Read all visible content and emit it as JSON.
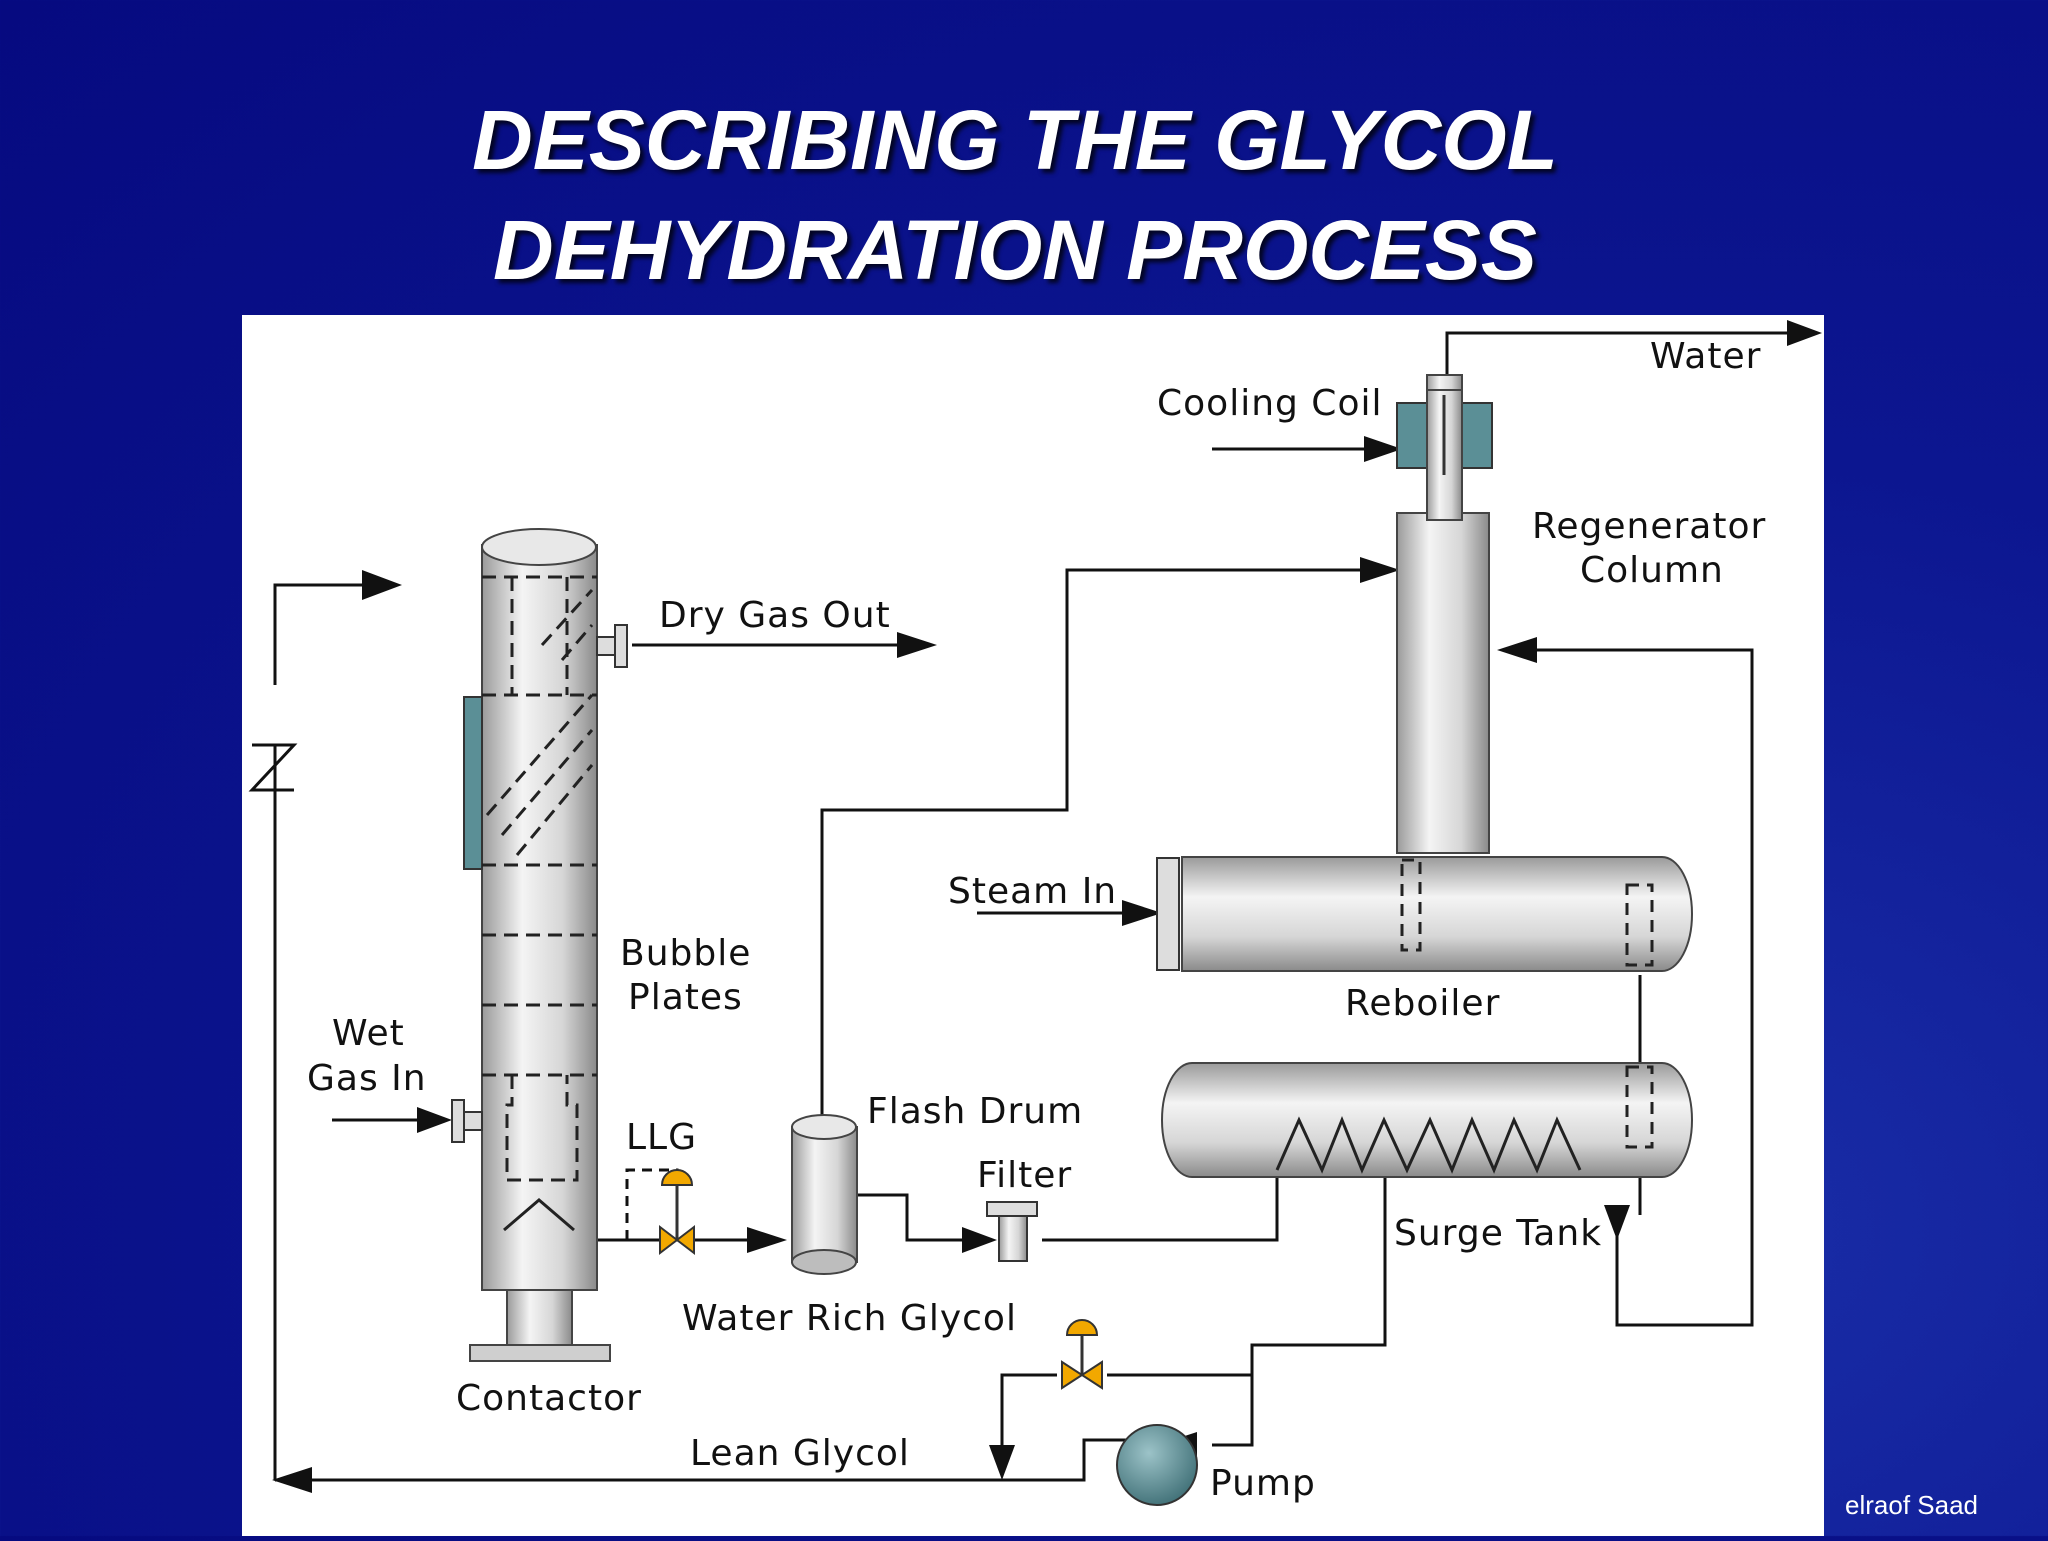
{
  "slide": {
    "title_line1": "DESCRIBING THE GLYCOL",
    "title_line2": "DEHYDRATION PROCESS",
    "footer_credit": "elraof Saad"
  },
  "diagram": {
    "labels": {
      "water": "Water",
      "cooling_coil": "Cooling Coil",
      "regenerator_column": [
        "Regenerator",
        "Column"
      ],
      "dry_gas_out": "Dry Gas Out",
      "steam_in": "Steam In",
      "bubble_plates": [
        "Bubble",
        "Plates"
      ],
      "reboiler": "Reboiler",
      "wet_gas_in": [
        "Wet",
        "Gas In"
      ],
      "flash_drum": "Flash Drum",
      "llg": "LLG",
      "filter": "Filter",
      "surge_tank": "Surge Tank",
      "water_rich_glycol": "Water Rich Glycol",
      "contactor": "Contactor",
      "lean_glycol": "Lean Glycol",
      "pump": "Pump"
    },
    "colors": {
      "vessel_light": "#f2f2f2",
      "vessel_dark": "#8a8a8a",
      "coil_teal": "#5b8f96",
      "valve_orange": "#f2a800",
      "line": "#111111"
    }
  }
}
